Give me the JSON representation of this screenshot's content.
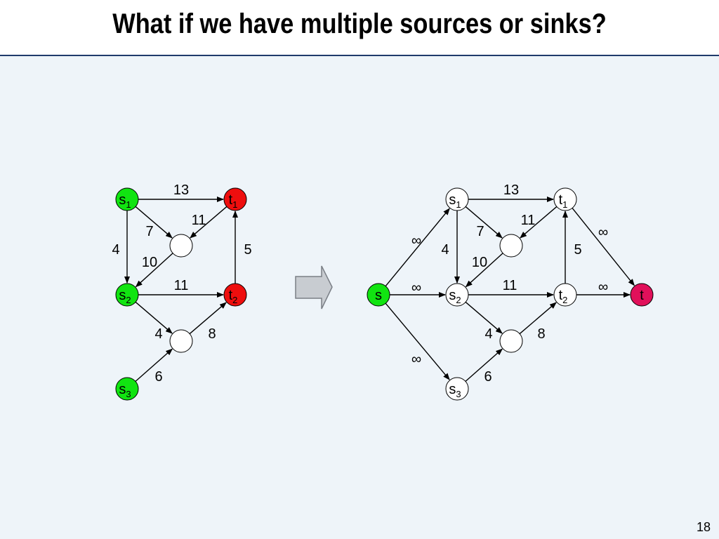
{
  "title": "What if we have multiple sources or sinks?",
  "page_number": "18",
  "colors": {
    "source": "#11e411",
    "sink_red": "#ee0e0e",
    "sink_magenta": "#e0105a",
    "plain": "#ffffff",
    "arrow_fill": "#c8ccd1"
  },
  "left_graph": {
    "nodes": [
      {
        "id": "s1",
        "label": "s",
        "sub": "1",
        "kind": "source"
      },
      {
        "id": "t1",
        "label": "t",
        "sub": "1",
        "kind": "sink"
      },
      {
        "id": "m1",
        "label": "",
        "sub": "",
        "kind": "plain"
      },
      {
        "id": "s2",
        "label": "s",
        "sub": "2",
        "kind": "source"
      },
      {
        "id": "t2",
        "label": "t",
        "sub": "2",
        "kind": "sink"
      },
      {
        "id": "m2",
        "label": "",
        "sub": "",
        "kind": "plain"
      },
      {
        "id": "s3",
        "label": "s",
        "sub": "3",
        "kind": "source"
      }
    ],
    "edges": [
      {
        "from": "s1",
        "to": "t1",
        "capacity": "13"
      },
      {
        "from": "t1",
        "to": "m1",
        "capacity": "11"
      },
      {
        "from": "s1",
        "to": "m1",
        "capacity": "7"
      },
      {
        "from": "s1",
        "to": "s2",
        "capacity": "4"
      },
      {
        "from": "t2",
        "to": "t1",
        "capacity": "5"
      },
      {
        "from": "m1",
        "to": "s2",
        "capacity": "10"
      },
      {
        "from": "s2",
        "to": "t2",
        "capacity": "11"
      },
      {
        "from": "s2",
        "to": "m2",
        "capacity": "4"
      },
      {
        "from": "m2",
        "to": "t2",
        "capacity": "8"
      },
      {
        "from": "s3",
        "to": "m2",
        "capacity": "6"
      }
    ]
  },
  "right_graph": {
    "nodes": [
      {
        "id": "s",
        "label": "s",
        "sub": "",
        "kind": "source"
      },
      {
        "id": "s1",
        "label": "s",
        "sub": "1",
        "kind": "plain"
      },
      {
        "id": "t1",
        "label": "t",
        "sub": "1",
        "kind": "plain"
      },
      {
        "id": "m1",
        "label": "",
        "sub": "",
        "kind": "plain"
      },
      {
        "id": "s2",
        "label": "s",
        "sub": "2",
        "kind": "plain"
      },
      {
        "id": "t2",
        "label": "t",
        "sub": "2",
        "kind": "plain"
      },
      {
        "id": "m2",
        "label": "",
        "sub": "",
        "kind": "plain"
      },
      {
        "id": "s3",
        "label": "s",
        "sub": "3",
        "kind": "plain"
      },
      {
        "id": "t",
        "label": "t",
        "sub": "",
        "kind": "sink"
      }
    ],
    "edges": [
      {
        "from": "s",
        "to": "s1",
        "capacity": "∞"
      },
      {
        "from": "s",
        "to": "s2",
        "capacity": "∞"
      },
      {
        "from": "s",
        "to": "s3",
        "capacity": "∞"
      },
      {
        "from": "s1",
        "to": "t1",
        "capacity": "13"
      },
      {
        "from": "t1",
        "to": "m1",
        "capacity": "11"
      },
      {
        "from": "s1",
        "to": "m1",
        "capacity": "7"
      },
      {
        "from": "s1",
        "to": "s2",
        "capacity": "4"
      },
      {
        "from": "t2",
        "to": "t1",
        "capacity": "5"
      },
      {
        "from": "m1",
        "to": "s2",
        "capacity": "10"
      },
      {
        "from": "s2",
        "to": "t2",
        "capacity": "11"
      },
      {
        "from": "s2",
        "to": "m2",
        "capacity": "4"
      },
      {
        "from": "m2",
        "to": "t2",
        "capacity": "8"
      },
      {
        "from": "s3",
        "to": "m2",
        "capacity": "6"
      },
      {
        "from": "t1",
        "to": "t",
        "capacity": "∞"
      },
      {
        "from": "t2",
        "to": "t",
        "capacity": "∞"
      }
    ]
  }
}
